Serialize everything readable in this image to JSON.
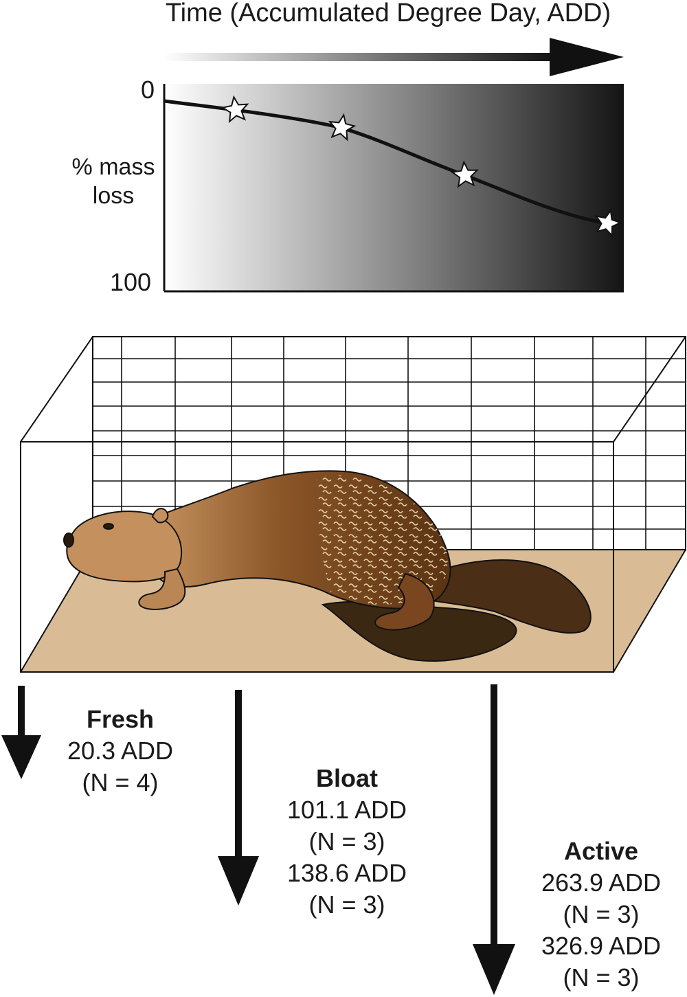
{
  "header": {
    "time_axis_title": "Time (Accumulated Degree Day, ADD)"
  },
  "graph": {
    "y_axis_label_line1": "% mass",
    "y_axis_label_line2": "loss",
    "y_tick_top": "0",
    "y_tick_bottom": "100"
  },
  "stages": {
    "fresh": {
      "name": "Fresh",
      "line1": "20.3 ADD",
      "line2": "(N = 4)"
    },
    "bloat": {
      "name": "Bloat",
      "line1": "101.1 ADD",
      "line2": "(N = 3)",
      "line3": "138.6 ADD",
      "line4": "(N = 3)"
    },
    "active": {
      "name": "Active",
      "line1": "263.9 ADD",
      "line2": "(N = 3)",
      "line3": "326.9 ADD",
      "line4": "(N = 3)"
    }
  },
  "colors": {
    "ink": "#1a1a1a",
    "floor": "#d9bc96",
    "fur_light": "#c4915e",
    "fur_dark": "#6b3d16",
    "tail": "#4a2e15",
    "fluid": "#3b2812"
  },
  "icons": {
    "star_marker": "star-icon",
    "arrow": "down-arrow-icon"
  }
}
